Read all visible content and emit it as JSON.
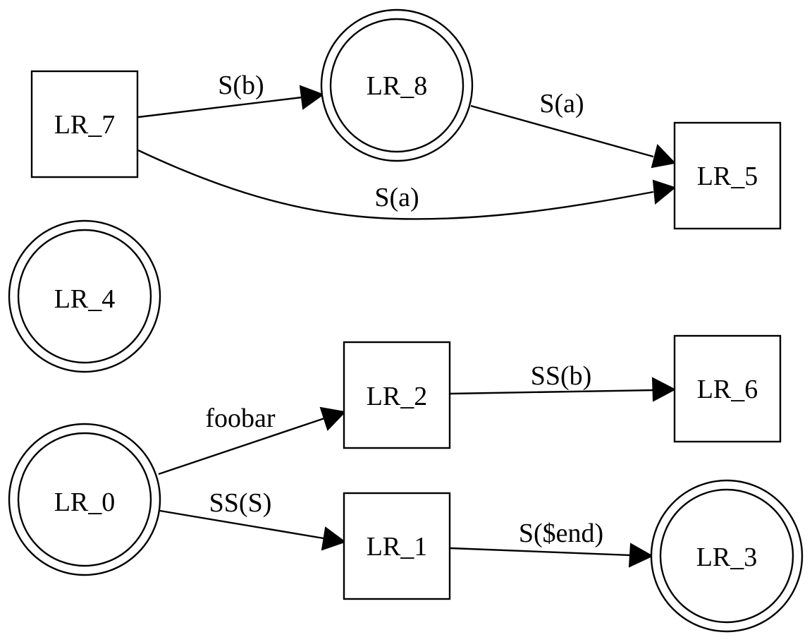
{
  "graph": {
    "nodes": [
      {
        "id": "LR_7",
        "label": "LR_7",
        "shape": "square"
      },
      {
        "id": "LR_8",
        "label": "LR_8",
        "shape": "doublecircle"
      },
      {
        "id": "LR_5",
        "label": "LR_5",
        "shape": "square"
      },
      {
        "id": "LR_4",
        "label": "LR_4",
        "shape": "doublecircle"
      },
      {
        "id": "LR_2",
        "label": "LR_2",
        "shape": "square"
      },
      {
        "id": "LR_6",
        "label": "LR_6",
        "shape": "square"
      },
      {
        "id": "LR_0",
        "label": "LR_0",
        "shape": "doublecircle"
      },
      {
        "id": "LR_1",
        "label": "LR_1",
        "shape": "square"
      },
      {
        "id": "LR_3",
        "label": "LR_3",
        "shape": "doublecircle"
      }
    ],
    "edges": [
      {
        "from": "LR_7",
        "to": "LR_8",
        "label": "S(b)"
      },
      {
        "from": "LR_8",
        "to": "LR_5",
        "label": "S(a)"
      },
      {
        "from": "LR_7",
        "to": "LR_5",
        "label": "S(a)"
      },
      {
        "from": "LR_2",
        "to": "LR_6",
        "label": "SS(b)"
      },
      {
        "from": "LR_0",
        "to": "LR_2",
        "label": "foobar"
      },
      {
        "from": "LR_0",
        "to": "LR_1",
        "label": "SS(S)"
      },
      {
        "from": "LR_1",
        "to": "LR_3",
        "label": "S($end)"
      }
    ]
  }
}
